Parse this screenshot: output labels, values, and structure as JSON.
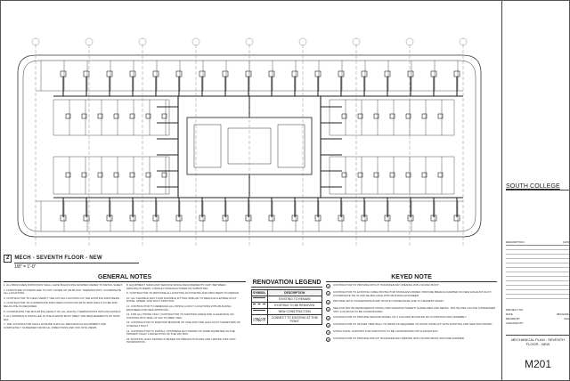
{
  "plan": {
    "number": "2",
    "title": "MECH - SEVENTH FLOOR - NEW",
    "scale": "1/8\" = 1'-0\""
  },
  "general_notes": {
    "title": "GENERAL NOTES",
    "col1": [
      "1. ALL BRANCHES FROM MAIN SHALL HAVE BALANCING DAMPER. REFER TO DETAIL SHEET.",
      "2. FURNITURE SYSTEMS ARE TO NOT COVER UP OR BLOCK THERMOSTATS. COORDINATE ALL LOCATIONS.",
      "3. CONTRACTOR TO FIELD VERIFY THE ACTUAL LOCATION OF THE EXISTING DIFFUSERS.",
      "4. CONTRACTOR TO COORDINATE DIFFUSER LOCATIONS WITH NEW WALLS TO BE AND RELOCATE AS REQUIRED.",
      "5. COORDINATE THE MOUNTING HEIGHT OF ALL DIGITAL THERMOSTATS WITH ARCHITECT.",
      "6. ALL MATERIALS INSTALLED IN THE PLENUM MUST MEET THE REQUIREMENTS OF NFPA 90A.",
      "7. THE CONTRACTOR SHALL ENSURE THAT ALL MECHANICAL EQUIPMENT AND COMPLETELY SCREENED FROM ALL DIRECTIONS AND OFF-SITE VIEWS."
    ],
    "col2": [
      "8. EQUIPMENT SIZES AND SERVICE SPACE REQUIREMENTS VARY BETWEEN MANUFACTURERS. CONSULT MANUFACTURER AS SUBMITTED.",
      "9. CONTRACTOR TO RESTORE ALL EXISTING DUCTWORK AND DIFFUSERS TO REMAIN.",
      "10. ALL FLEXIBLE DUCT AND FLEXIBLE FITTING SIMILAR TO REDUCE FLEXIBLE DUCT NOISE, SPEED, AND DUCT FRICTION.",
      "11. CONTRACTOR TO REDESIGN ALL PIPING & DUCT LOCATIONS WITH BUILDING ENGINEER FOR NEW APPROVAL.",
      "12. FOR ALL PIPING ONLY, CONTRACTOR TO MAINTAIN ADEQUATE CLEARANCE ON CONTROL BOX SIDE OF VAV TO MEET NEC.",
      "13. CONTRACTOR TO MAINTAIN MINIMUM OF ONE AND ONE HALF DUCT DIAMETERS OF STRAIGHT DUCT.",
      "14. CONTRACTOR TO INSTALL UPSTREAM DUCTWORK OF SAME DIAMETER AS THE PRIMARY INLET CONNECTION OF THE VAV BOX.",
      "15. EXISTING HVAC SHOWN IS BASED ON PREVIOUS PLANS AND LIMITED SITE VISIT INFORMATION."
    ]
  },
  "renovation_legend": {
    "title": "RENOVATION LEGEND",
    "headers": [
      "SYMBOL",
      "DESCRIPTION"
    ],
    "rows": [
      "EXISTING TO REMAIN",
      "EXISTING TO BE REMOVED",
      "NEW CONSTRUCTION",
      "CONNECT TO EXISTING AT THIS POINT"
    ]
  },
  "keyed_notes": {
    "title": "KEYED NOTE",
    "items": [
      {
        "k": "1",
        "text": "CONTRACTOR TO PROVIDE WITH 8' TRANSFER AIR OPENING WITH SOUND BOOT."
      },
      {
        "k": "2",
        "text": "CONTRACTOR TO EXISTING CORE PROTECTOR STAINLESS PAPER. PROVIDE BRANCH DAMPER ON NEW EXHAUST DUCT. COORDINATE TIE IN AND RE-BALANCE WITH BUILDING ENGINEER."
      },
      {
        "k": "3",
        "text": "PROVIDE WITH CONDENSATE PUMP. ROUTE CONDENSATE LINE TO NEAREST DRAIN."
      },
      {
        "k": "4",
        "text": "SEE AND ROUTE REFRIGERANT PIPING PER MANUFACTURER'S GUIDELINES AND DETAIL. ROUTE AND LOCATE CONDENSER UNIT LOCATION TO BE COORDINATED."
      },
      {
        "k": "5",
        "text": "CONTRACTOR TO PROVIDE SENSOR MODEL ON 1 COLUMN MOUNTED ON CONSTRUCTION ASSEMBLY."
      },
      {
        "k": "6",
        "text": "CONTRACTOR TO OFFSET NEW WALL TO DRAW AS REQUIRED TO AVOID CONFLICT WITH EXISTING AND NEW DUCTWORK."
      },
      {
        "k": "7",
        "text": "STRUCTURAL SUPPORT FOR PARTITION TO BE COORDINATED WITH ARCHITECT."
      },
      {
        "k": "8",
        "text": "CONTRACTOR TO PROVIDE WITH 8' TRANSFER AIR OPENING WITH SOUND BOOT AND FIRE DAMPER."
      }
    ]
  },
  "title_block": {
    "client": "SOUTH COLLEGE",
    "description_label": "DESCRIPTION",
    "date_label": "DATE",
    "info": [
      {
        "label": "PROJECT NO",
        "value": ""
      },
      {
        "label": "DATE",
        "value": "08/04/2022"
      },
      {
        "label": "DRAWN BY",
        "value": "DHH"
      },
      {
        "label": "CHECKED BY",
        "value": ""
      }
    ],
    "sheet_title_1": "MECHANICAL PLAN - SEVENTH",
    "sheet_title_2": "FLOOR - NEW",
    "sheet_number": "M201"
  }
}
